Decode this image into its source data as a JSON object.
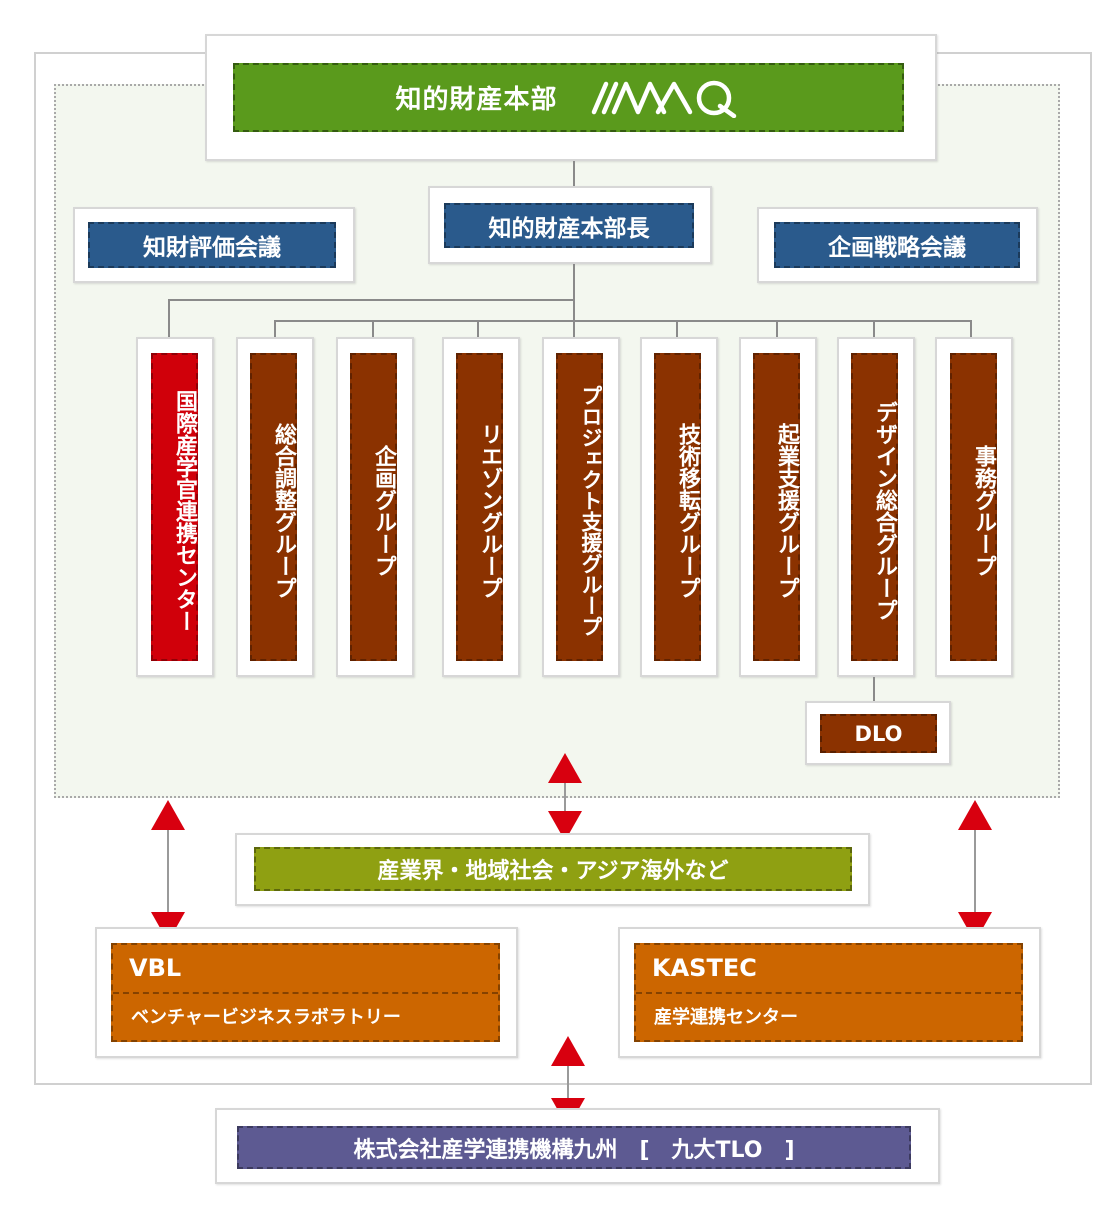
{
  "colors": {
    "green": "#5a9a1c",
    "blue": "#2a5a8c",
    "red": "#d0000a",
    "brown": "#8b3200",
    "orange": "#cc6600",
    "olive": "#8fa012",
    "purple": "#5d5a92",
    "arrow_red": "#d8000f"
  },
  "top": {
    "title": "知的財産本部",
    "logo_text": "IMAQ"
  },
  "director": "知的財産本部長",
  "councils": {
    "left": "知財評価会議",
    "right": "企画戦略会議"
  },
  "groups": [
    "国際産学官連携センター",
    "総合調整グループ",
    "企画グループ",
    "リエゾングループ",
    "プロジェクト支援グループ",
    "技術移転グループ",
    "起業支援グループ",
    "デザイン総合グループ",
    "事務グループ"
  ],
  "dlo": "DLO",
  "industry": "産業界・地域社会・アジア海外など",
  "vbl": {
    "title": "VBL",
    "subtitle": "ベンチャービジネスラボラトリー"
  },
  "kastec": {
    "title": "KASTEC",
    "subtitle": "産学連携センター"
  },
  "tlo": "株式会社産学連携機構九州　[　九大TLO　]",
  "icons": [
    "bidirectional-arrow-icon"
  ]
}
